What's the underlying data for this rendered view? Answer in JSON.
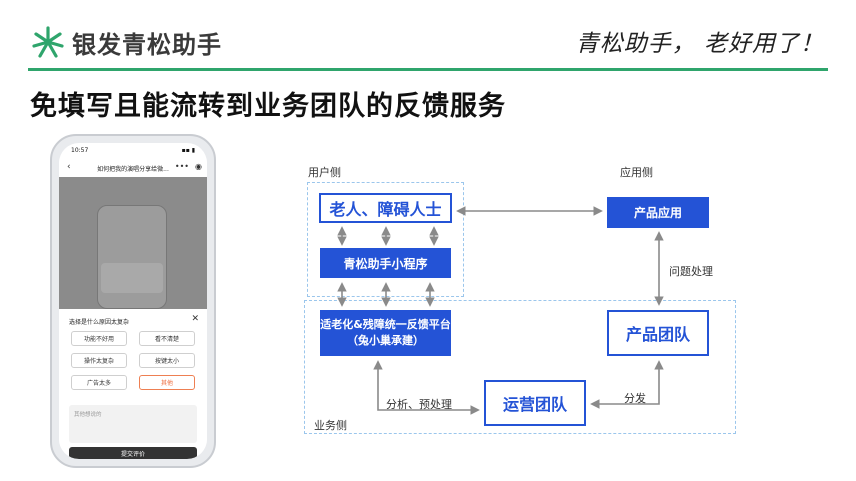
{
  "header": {
    "brand": "银发青松助手",
    "slogan": "青松助手， 老好用了！",
    "brand_color": "#2fa56c"
  },
  "page_title": "免填写且能流转到业务团队的反馈服务",
  "phone": {
    "time": "10:57",
    "nav_title": "如何把我的演唱分享给微...",
    "sheet_title": "选择是什么原因太复杂",
    "options": [
      "功能不好用",
      "看不清楚",
      "操作太复杂",
      "按键太小",
      "广告太多",
      "其他"
    ],
    "selected_option": "其他",
    "feedback_placeholder": "其他想说的",
    "submit_label": "提交评价"
  },
  "diagram": {
    "user_side_label": "用户侧",
    "app_side_label": "应用侧",
    "business_side_label": "业务侧",
    "elderly_box": "老人、障碍人士",
    "mini_program_box": "青松助手小程序",
    "product_app_box": "产品应用",
    "platform_box_line1": "适老化&残障统一反馈平台",
    "platform_box_line2": "（兔小巢承建）",
    "product_team_box": "产品团队",
    "ops_team_box": "运营团队",
    "issue_label": "问题处理",
    "analysis_label": "分析、预处理",
    "dispatch_label": "分发",
    "accent_color": "#2453d6",
    "dashed_color": "#9bc6ec"
  }
}
